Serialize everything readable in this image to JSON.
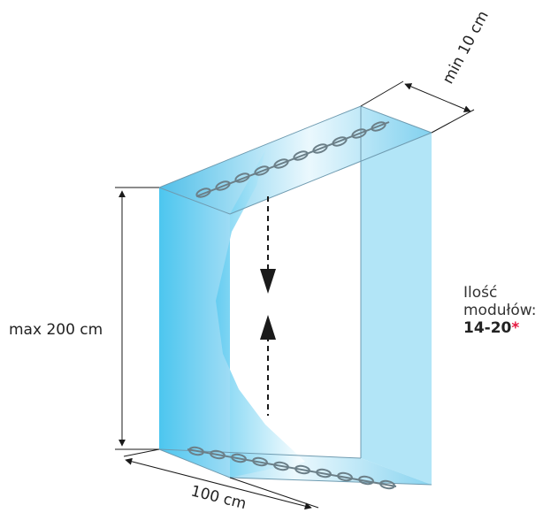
{
  "dimensions": {
    "height_label": "max 200 cm",
    "width_label": "100 cm",
    "depth_label": "min 10 cm"
  },
  "modules": {
    "label_line1": "Ilość",
    "label_line2": "modułów:",
    "count": "14-20",
    "asterisk": "*"
  },
  "colors": {
    "panel_blue": "#55c8ef",
    "panel_light": "#aee4f7",
    "line": "#1a1a1a",
    "asterisk": "#e5173f",
    "chain": "#6b7f88"
  },
  "arrows": {
    "down_icon": "dashed-arrow-down-icon",
    "up_icon": "dashed-arrow-up-icon"
  }
}
